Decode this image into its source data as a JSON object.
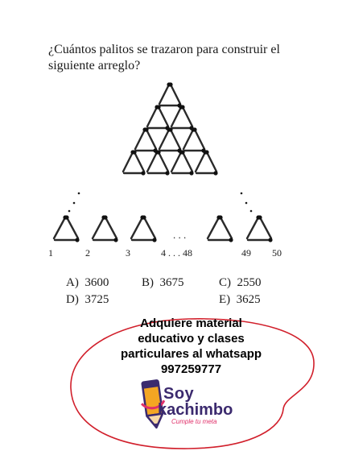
{
  "question": {
    "line1": "¿Cuántos palitos se trazaron para construir el",
    "line2": "siguiente arreglo?"
  },
  "figure": {
    "row_labels": [
      "1",
      "2",
      "3",
      "4 . . . 48",
      "49",
      "50"
    ],
    "ellipsis": ". . ."
  },
  "options": [
    {
      "key": "A)",
      "value": "3600"
    },
    {
      "key": "B)",
      "value": "3675"
    },
    {
      "key": "C)",
      "value": "2550"
    },
    {
      "key": "D)",
      "value": "3725"
    },
    {
      "key": "E)",
      "value": "3625"
    }
  ],
  "promo": {
    "line1": "Adquiere material",
    "line2": "educativo y clases",
    "line3": "particulares al whatsapp",
    "phone": "997259777"
  },
  "logo": {
    "brand_line1": "Soy",
    "brand_line2": "kachimbo",
    "tagline": "Cumple tu meta",
    "icon": "pencil-icon"
  },
  "colors": {
    "oval": "#d11f2b",
    "brand": "#3b2a6e",
    "accent": "#e0306a",
    "pencil": "#f4a623"
  }
}
